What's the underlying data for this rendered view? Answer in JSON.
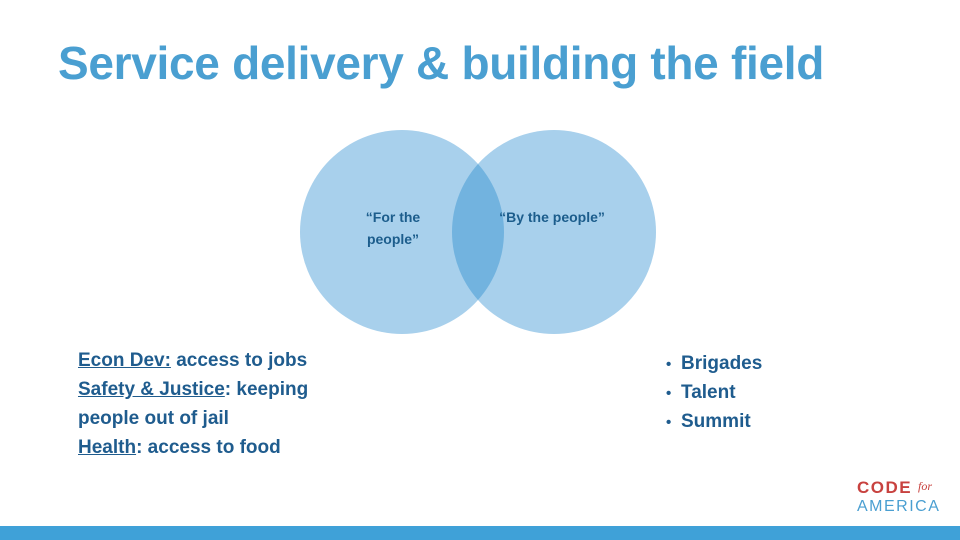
{
  "title": "Service delivery & building the field",
  "venn": {
    "left_label": "“For the people”",
    "right_label": "“By the people”",
    "circle_color": "#a8d0ec",
    "overlap_color": "#72b3df"
  },
  "left_list": {
    "items": [
      {
        "key": "Econ Dev:",
        "rest": " access to jobs"
      },
      {
        "key": "Safety & Justice",
        "rest": ": keeping"
      },
      {
        "key": "",
        "rest": "people out of jail"
      },
      {
        "key": "Health",
        "rest": ": access to food"
      }
    ]
  },
  "right_list": {
    "bullet": "•",
    "items": [
      "Brigades",
      "Talent",
      "Summit"
    ]
  },
  "logo": {
    "code": "CODE",
    "for": "for",
    "america": "AMERICA"
  },
  "colors": {
    "title": "#4a9fd1",
    "body_text": "#1f5c8e",
    "bottom_bar": "#3fa1d8",
    "logo_red": "#c8423f"
  }
}
